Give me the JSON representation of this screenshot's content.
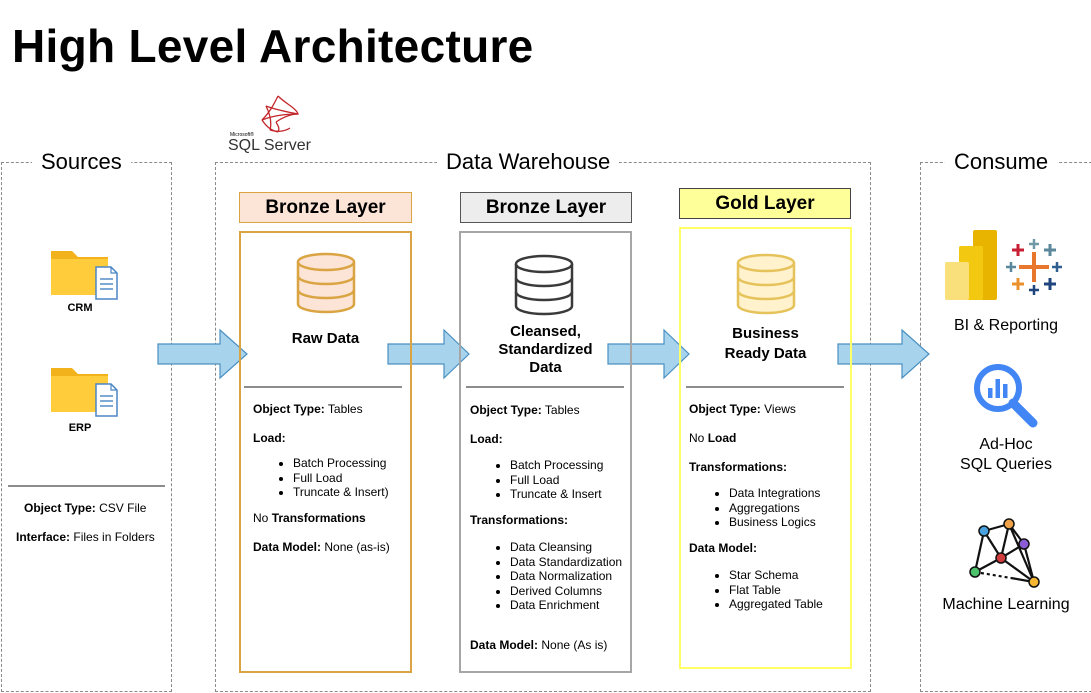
{
  "title": "High Level Architecture",
  "groups": {
    "sources": "Sources",
    "warehouse": "Data Warehouse",
    "consume": "Consume"
  },
  "sql_server": {
    "brand_small": "Microsoft®",
    "name": "SQL Server"
  },
  "sources": {
    "items": [
      "CRM",
      "ERP"
    ],
    "object_type_label": "Object Type:",
    "object_type_value": " CSV File",
    "interface_label": "Interface:",
    "interface_value": " Files in Folders"
  },
  "layers": [
    {
      "title": "Bronze Layer",
      "heading_lines": [
        "Raw Data"
      ],
      "object_type_label": "Object Type:",
      "object_type_value": " Tables",
      "load_label": "Load:",
      "load_items": [
        "Batch Processing",
        "Full Load",
        "Truncate & Insert)"
      ],
      "transform_prefix": "No ",
      "transform_label": "Transformations",
      "model_label": "Data Model:",
      "model_value": " None (as-is)"
    },
    {
      "title": "Bronze Layer",
      "heading_lines": [
        "Cleansed,",
        "Standardized",
        "Data"
      ],
      "object_type_label": "Object Type:",
      "object_type_value": " Tables",
      "load_label": "Load:",
      "load_items": [
        "Batch Processing",
        "Full Load",
        "Truncate & Insert"
      ],
      "transform_label": "Transformations:",
      "transform_items": [
        "Data Cleansing",
        "Data Standardization",
        "Data Normalization",
        "Derived Columns",
        "Data Enrichment"
      ],
      "model_label": "Data Model:",
      "model_value": " None (As is)"
    },
    {
      "title": "Gold Layer",
      "heading_lines": [
        "Business",
        "Ready Data"
      ],
      "object_type_label": "Object Type:",
      "object_type_value": " Views",
      "load_prefix": "No ",
      "load_label": "Load",
      "transform_label": "Transformations:",
      "transform_items": [
        "Data Integrations",
        "Aggregations",
        "Business Logics"
      ],
      "model_label": "Data Model:",
      "model_items": [
        "Star Schema",
        "Flat Table",
        "Aggregated Table"
      ]
    }
  ],
  "consume": {
    "bi": "BI & Reporting",
    "adhoc_line1": "Ad-Hoc",
    "adhoc_line2": "SQL Queries",
    "ml": "Machine Learning"
  },
  "colors": {
    "bronze_fill": "#fce4d6",
    "bronze_border": "#d9a441",
    "silver_fill": "#ededed",
    "silver_border": "#a6a6a6",
    "gold_fill": "#ffff99",
    "gold_border": "#ffff66",
    "arrow_fill": "#a8d3ed",
    "arrow_stroke": "#4a90c0"
  }
}
